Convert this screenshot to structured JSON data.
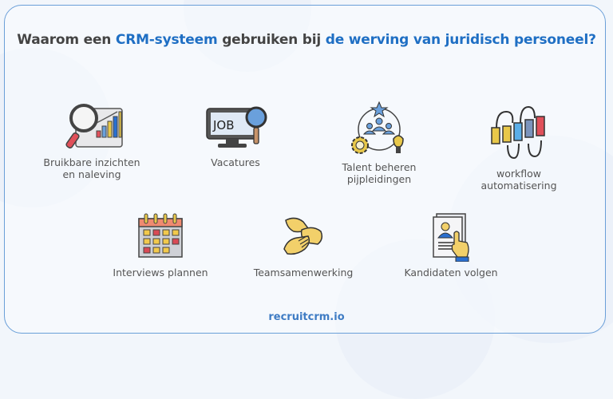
{
  "title": {
    "part1": "Waarom een ",
    "part2": "CRM-systeem",
    "part3": " gebruiken bij ",
    "part4": "de werving van juridisch personeel?"
  },
  "colors": {
    "accent": "#1f6fc4",
    "title_text": "#444444",
    "frame_border": "#6a9fd8",
    "label_text": "#555555",
    "footer": "#3f7cc4"
  },
  "items": [
    {
      "icon": "magnifier-chart-icon",
      "line1": "Bruikbare inzichten",
      "line2": "en naleving"
    },
    {
      "icon": "job-monitor-icon",
      "line1": "Vacatures",
      "line2": ""
    },
    {
      "icon": "talent-network-icon",
      "line1": "Talent beheren",
      "line2": "pijpleidingen"
    },
    {
      "icon": "workflow-arrows-icon",
      "line1": "workflow",
      "line2": "automatisering"
    },
    {
      "icon": "calendar-icon",
      "line1": "Interviews plannen",
      "line2": ""
    },
    {
      "icon": "team-hands-icon",
      "line1": "Teamsamenwerking",
      "line2": ""
    },
    {
      "icon": "candidate-resume-icon",
      "line1": "Kandidaten volgen",
      "line2": ""
    }
  ],
  "footer": {
    "text": "recruitcrm.io"
  }
}
